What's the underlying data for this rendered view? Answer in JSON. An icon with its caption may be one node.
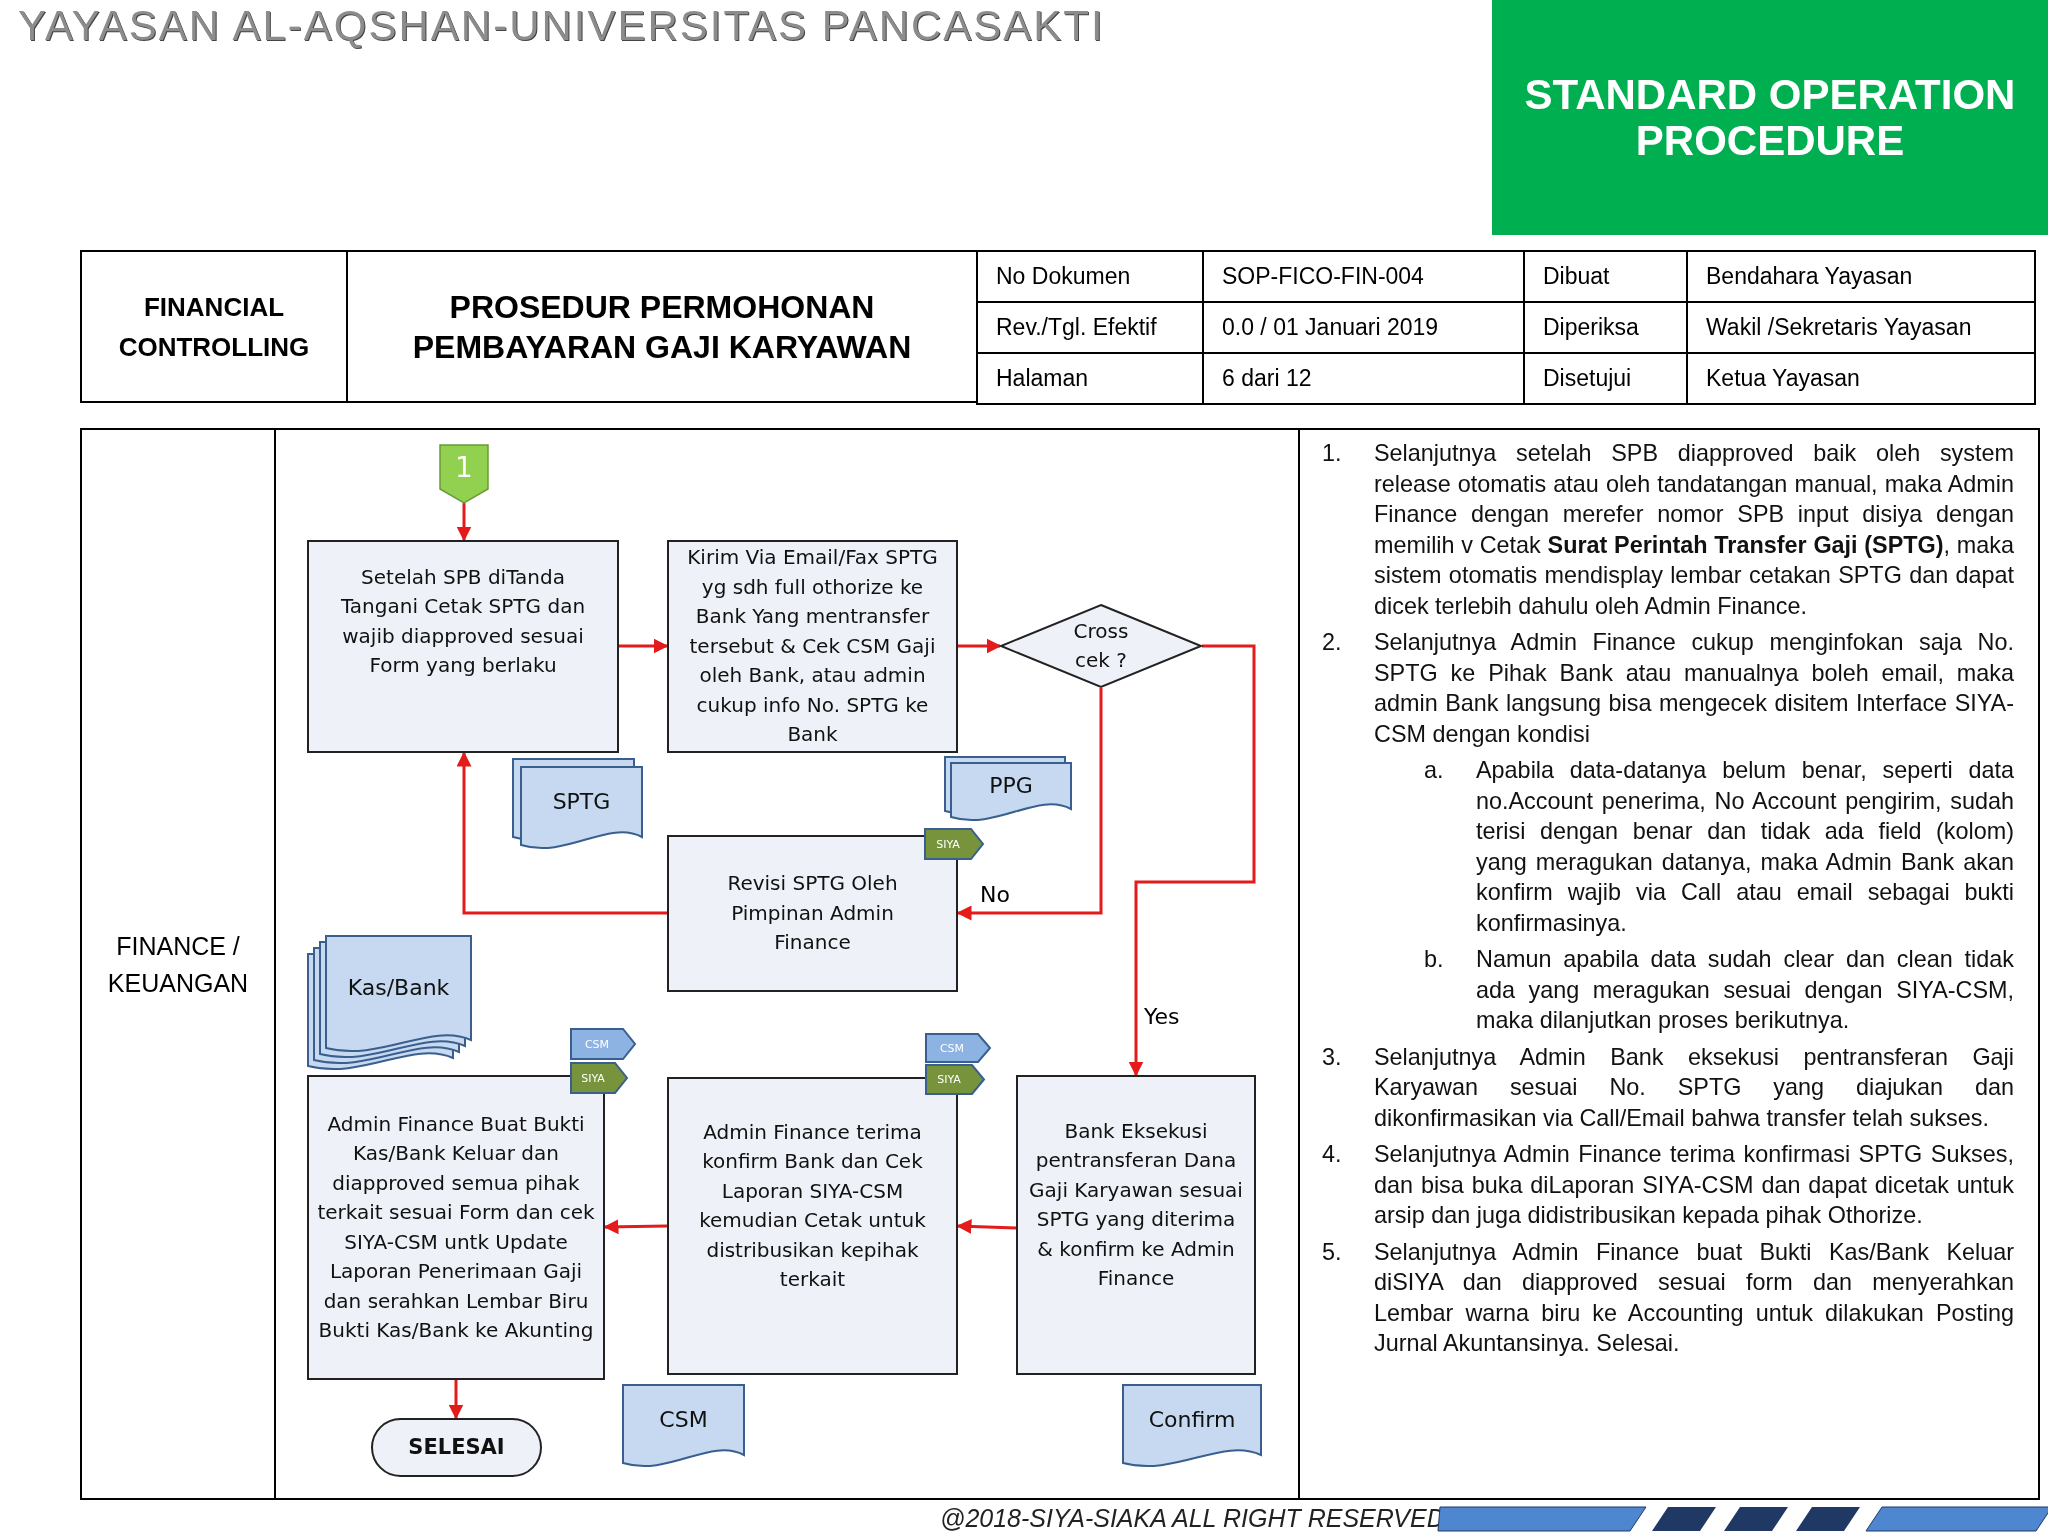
{
  "diagram": {
    "nodes": [
      {
        "text": [
          "1"
        ]
      },
      {
        "text": [
          "Setelah SPB diTanda Tangani Cetak SPTG dan wajib diapproved sesuai Form yang berlaku"
        ]
      },
      {
        "text": [
          "SPTG"
        ]
      },
      {
        "text": [
          "Kirim Via Email/Fax SPTG yg sdh full othorize ke Bank Yang mentransfer tersebut & Cek CSM Gaji oleh Bank, atau admin cukup info No. SPTG ke Bank"
        ]
      },
      {
        "text": [
          "PPG"
        ]
      },
      {
        "text": [
          "Cross cek ?"
        ]
      },
      {
        "text": [
          "Revisi SPTG Oleh Pimpinan Admin Finance"
        ]
      },
      {
        "text": [
          "SIYA"
        ]
      },
      {
        "text": [
          "Kas/Bank"
        ]
      },
      {
        "text": [
          "CSM"
        ]
      },
      {
        "text": [
          "SIYA"
        ]
      },
      {
        "text": [
          "Admin Finance Buat Bukti Kas/Bank Keluar dan diapproved semua pihak terkait sesuai Form dan cek SIYA-CSM untk Update Laporan Penerimaan Gaji dan serahkan Lembar Biru Bukti Kas/Bank ke Akunting"
        ]
      },
      {
        "text": [
          "CSM"
        ]
      },
      {
        "text": [
          "SIYA"
        ]
      },
      {
        "text": [
          "Admin Finance terima konfirm Bank dan Cek Laporan SIYA-CSM kemudian Cetak untuk distribusikan kepihak terkait"
        ]
      },
      {
        "text": [
          "Bank Eksekusi pentransferan Dana Gaji Karyawan sesuai SPTG yang diterima & konfirm ke Admin Finance"
        ]
      },
      {
        "text": [
          "CSM"
        ]
      },
      {
        "text": [
          "Confirm"
        ]
      },
      {
        "text": [
          "SELESAI"
        ]
      }
    ],
    "edges": [
      {
        "from": 0,
        "to": 1,
        "arrow": "to"
      },
      {
        "from": 1,
        "to": 3,
        "arrow": "to"
      },
      {
        "from": 3,
        "to": 5,
        "arrow": "to"
      },
      {
        "from": 5,
        "to": 6,
        "arrow": "to",
        "label": "No"
      },
      {
        "from": 5,
        "to": 15,
        "arrow": "to",
        "label": "Yes"
      },
      {
        "from": 6,
        "to": 1,
        "arrow": "to"
      },
      {
        "from": 15,
        "to": 14,
        "arrow": "to"
      },
      {
        "from": 14,
        "to": 11,
        "arrow": "to"
      },
      {
        "from": 11,
        "to": 18,
        "arrow": "to"
      }
    ],
    "labels": [
      "YAYASAN AL-AQSHAN-UNIVERSITAS PANCASAKTI",
      "STANDARD OPERATION PROCEDURE",
      "FINANCIAL CONTROLLING",
      "PROSEDUR PERMOHONAN PEMBAYARAN GAJI KARYAWAN",
      "No Dokumen",
      "SOP-FICO-FIN-004",
      "Dibuat",
      "Bendahara Yayasan",
      "Rev./Tgl. Efektif",
      "0.0 / 01 Januari 2019",
      "Diperiksa",
      "Wakil /Sekretaris Yayasan",
      "Halaman",
      "6 dari 12",
      "Disetujui",
      "Ketua Yayasan",
      "FINANCE / KEUANGAN",
      "1.",
      "Selanjutnya setelah SPB diapproved baik oleh system release otomatis atau oleh tandatangan manual, maka Admin Finance dengan merefer nomor SPB input disiya dengan memilih v Cetak **Surat Perintah Transfer Gaji (SPTG)**, maka sistem otomatis mendisplay lembar cetakan SPTG dan dapat dicek terlebih dahulu oleh Admin Finance.",
      "2.",
      "Selanjutnya Admin Finance cukup menginfokan saja No. SPTG ke Pihak Bank atau manualnya boleh email, maka admin Bank langsung bisa mengecek disitem Interface SIYA-CSM dengan kondisi",
      "a.",
      "Apabila data-datanya belum benar, seperti data no.Account penerima, No Account pengirim, sudah terisi dengan benar dan tidak ada field (kolom) yang meragukan datanya, maka Admin Bank akan konfirm wajib via Call atau email sebagai bukti konfirmasinya.",
      "b.",
      "Namun apabila data sudah clear dan clean tidak ada yang meragukan sesuai dengan SIYA-CSM, maka dilanjutkan proses berikutnya.",
      "3.",
      "Selanjutnya Admin Bank eksekusi pentransferan Gaji Karyawan sesuai No. SPTG yang diajukan dan dikonfirmasikan via Call/Email bahwa transfer telah sukses.",
      "4.",
      "Selanjutnya Admin Finance terima konfirmasi SPTG Sukses, dan bisa buka diLaporan SIYA-CSM dan dapat dicetak untuk arsip dan juga didistribusikan kepada pihak Othorize.",
      "5.",
      "Selanjutnya Admin Finance buat Bukti Kas/Bank Keluar diSIYA dan diapproved sesuai form dan menyerahkan Lembar warna biru ke Accounting untuk dilakukan Posting Jurnal Akuntansinya. Selesai.",
      "@2018-SIYA-SIAKA ALL RIGHT RESERVED"
    ]
  }
}
